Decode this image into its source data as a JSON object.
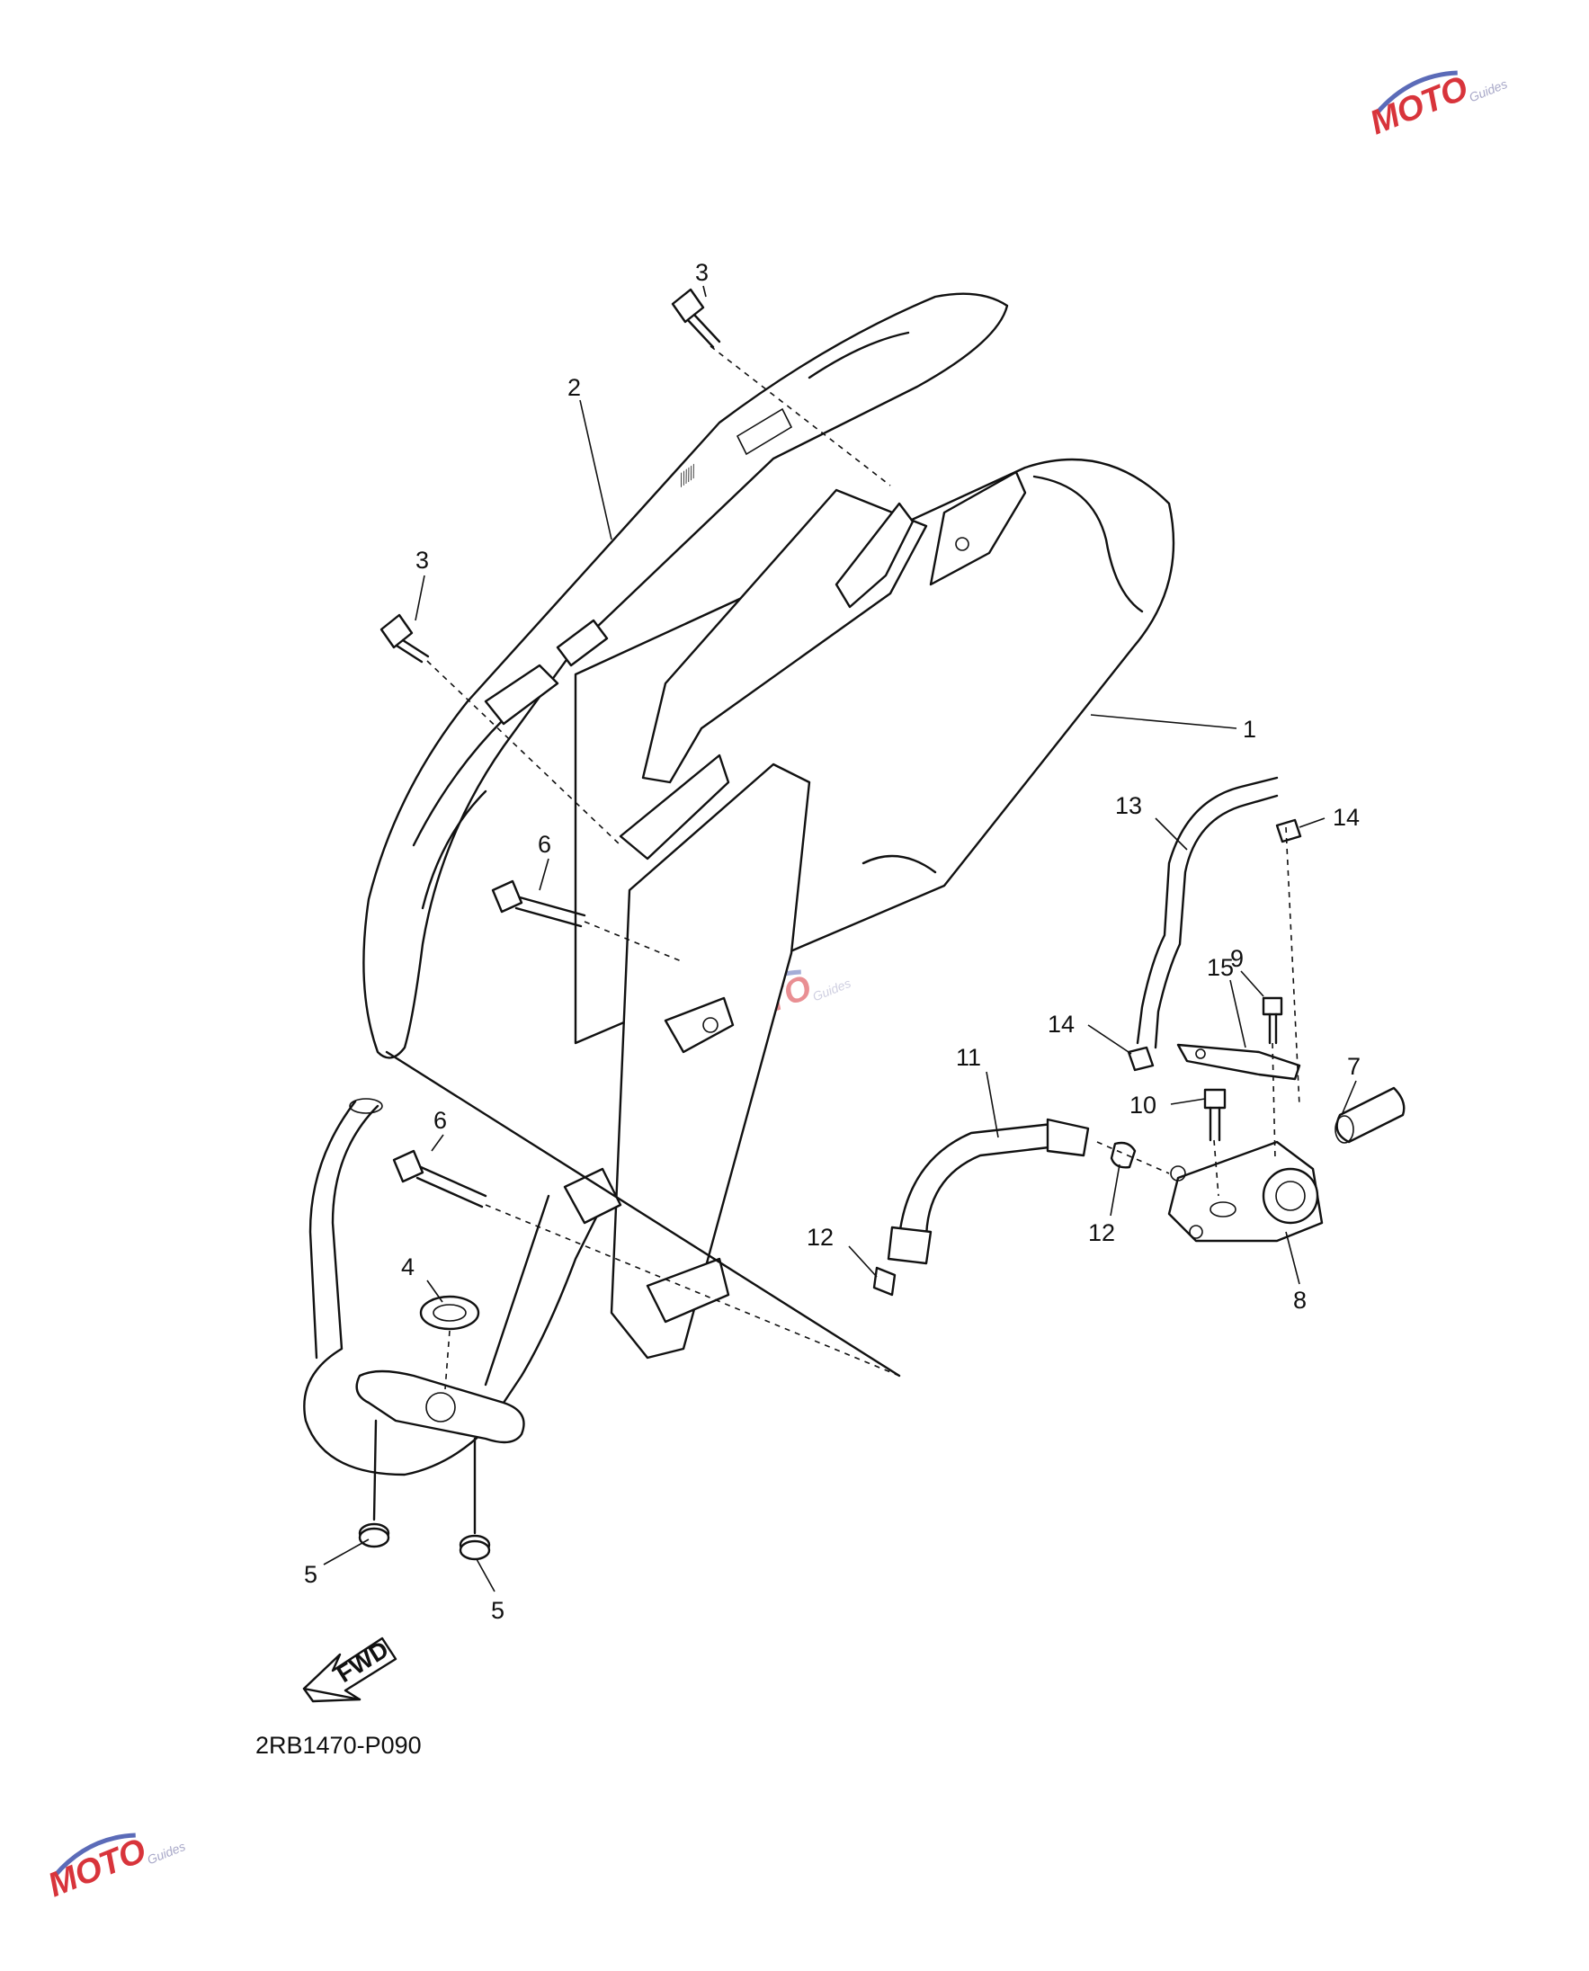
{
  "diagram_code": "2RB1470-P090",
  "fwd_label": "FWD",
  "watermark": {
    "brand": "MOTO",
    "sub": "Guides",
    "colors": {
      "red": "#d8343b",
      "blue": "#5b6bb8"
    }
  },
  "callouts": [
    {
      "id": "c1",
      "text": "1"
    },
    {
      "id": "c2",
      "text": "2"
    },
    {
      "id": "c3a",
      "text": "3"
    },
    {
      "id": "c3b",
      "text": "3"
    },
    {
      "id": "c4",
      "text": "4"
    },
    {
      "id": "c5a",
      "text": "5"
    },
    {
      "id": "c5b",
      "text": "5"
    },
    {
      "id": "c6a",
      "text": "6"
    },
    {
      "id": "c6b",
      "text": "6"
    },
    {
      "id": "c7",
      "text": "7"
    },
    {
      "id": "c8",
      "text": "8"
    },
    {
      "id": "c9",
      "text": "9"
    },
    {
      "id": "c10",
      "text": "10"
    },
    {
      "id": "c11",
      "text": "11"
    },
    {
      "id": "c12a",
      "text": "12"
    },
    {
      "id": "c12b",
      "text": "12"
    },
    {
      "id": "c13",
      "text": "13"
    },
    {
      "id": "c14a",
      "text": "14"
    },
    {
      "id": "c14b",
      "text": "14"
    },
    {
      "id": "c15",
      "text": "15"
    }
  ]
}
